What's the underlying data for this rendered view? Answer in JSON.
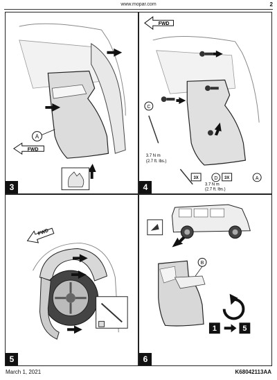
{
  "header": {
    "url": "www.mopar.com",
    "page_number": "2"
  },
  "footer": {
    "date": "March 1, 2021",
    "doc_code": "K68042113AA"
  },
  "steps": [
    {
      "number": "3",
      "fwd_label": "FWD",
      "callout": "A"
    },
    {
      "number": "4",
      "fwd_label": "FWD",
      "callouts": [
        "C",
        "D",
        "A"
      ],
      "qty_label": "3X",
      "torque_value": "3.7 N m",
      "torque_alt": "(2.7 ft. lbs.)"
    },
    {
      "number": "5",
      "fwd_label": "FWD"
    },
    {
      "number": "6",
      "callout": "B",
      "from_step": "1",
      "to_step": "5"
    }
  ]
}
